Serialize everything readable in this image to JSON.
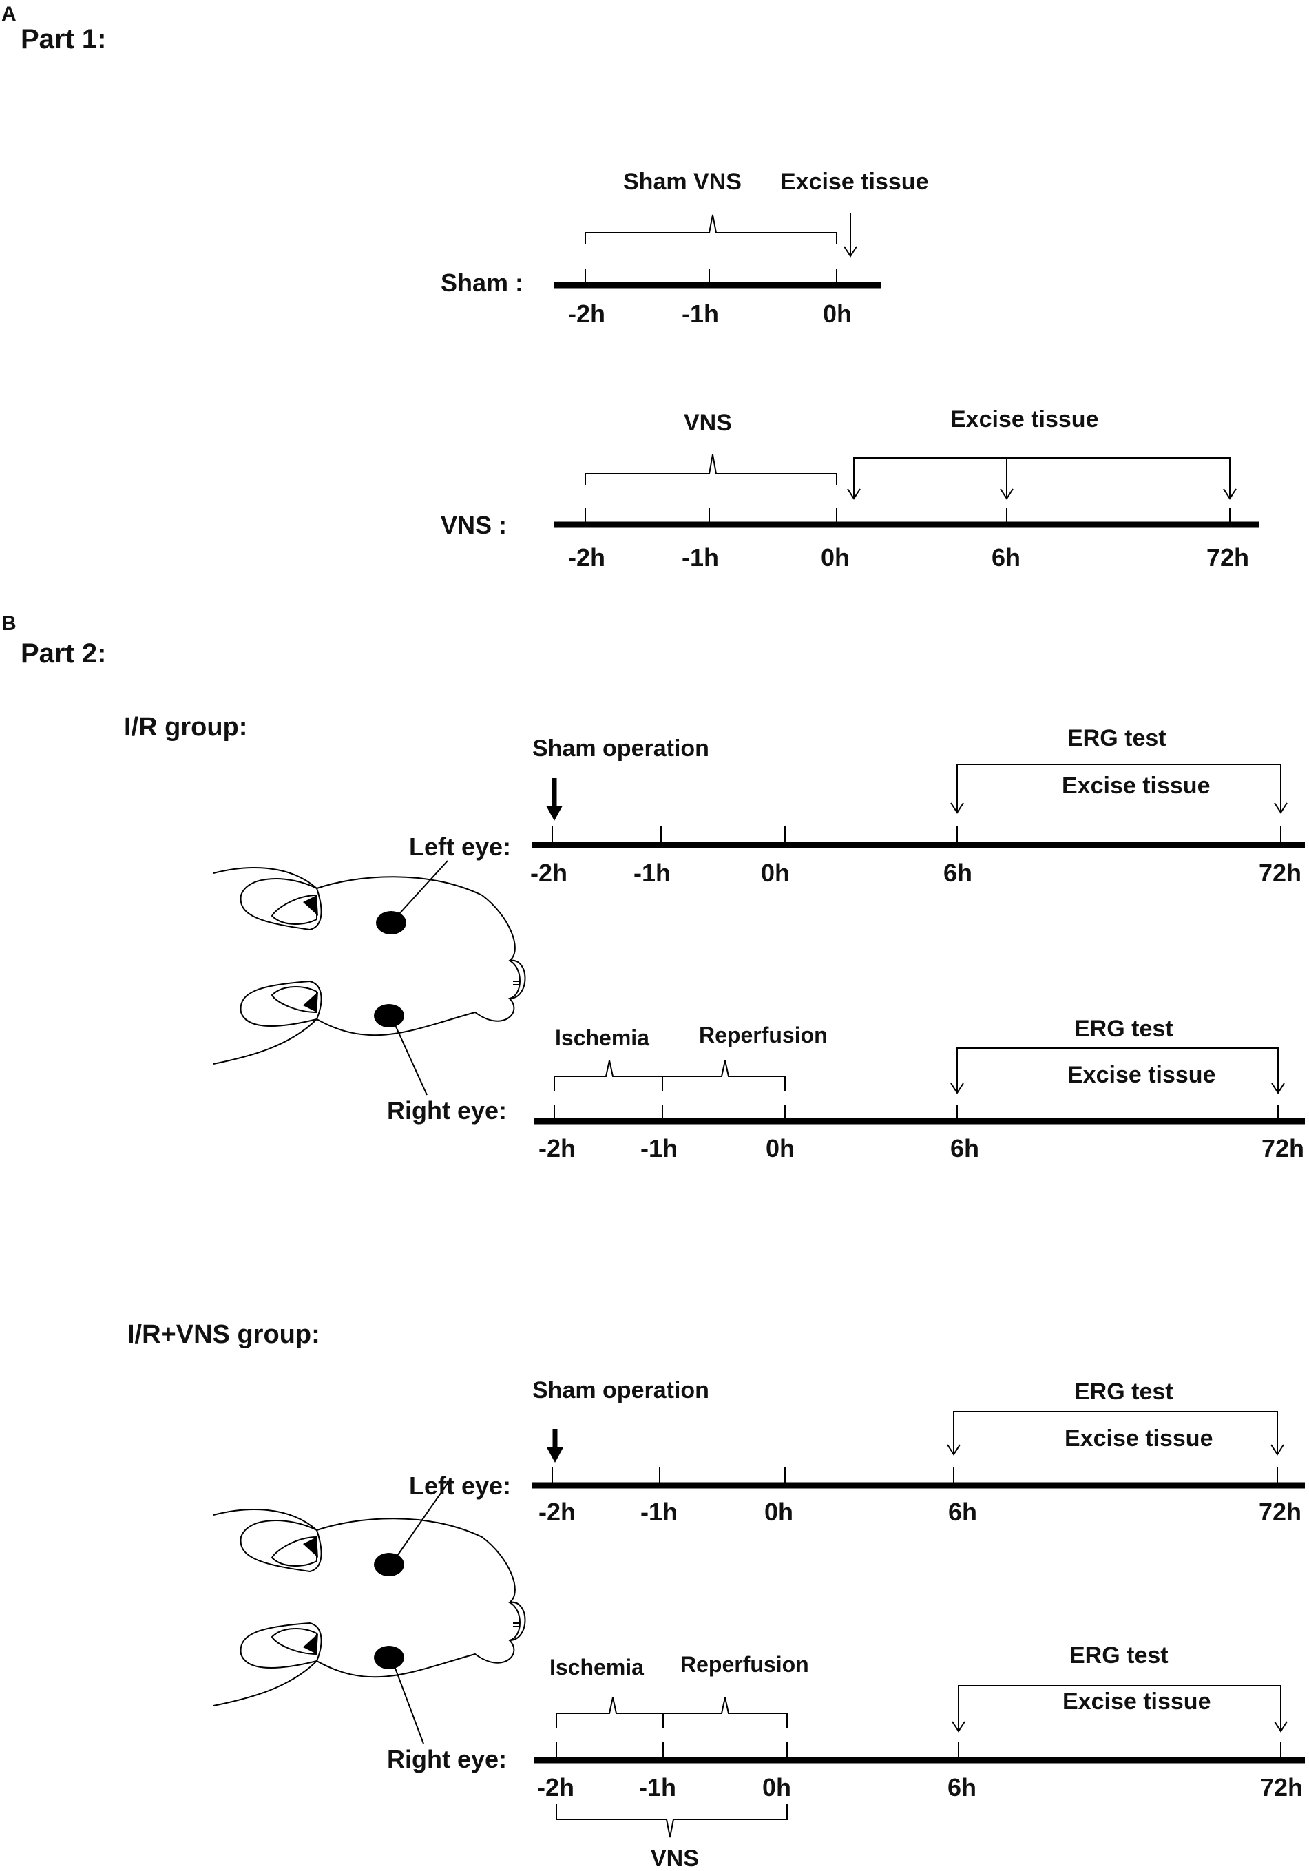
{
  "panel_a": {
    "letter": "A",
    "title": "Part 1:",
    "sham": {
      "label": "Sham :",
      "brace_label": "Sham VNS",
      "excise_label": "Excise tissue",
      "ticks": [
        "-2h",
        "-1h",
        "0h"
      ]
    },
    "vns": {
      "label": "VNS :",
      "brace_label": "VNS",
      "excise_label": "Excise tissue",
      "ticks": [
        "-2h",
        "-1h",
        "0h",
        "6h",
        "72h"
      ]
    }
  },
  "panel_b": {
    "letter": "B",
    "title": "Part 2:",
    "ir_group": {
      "title": "I/R group:",
      "left_eye": {
        "label": "Left eye:",
        "sham_op": "Sham operation",
        "erg": "ERG test",
        "excise": "Excise tissue",
        "ticks": [
          "-2h",
          "-1h",
          "0h",
          "6h",
          "72h"
        ]
      },
      "right_eye": {
        "label": "Right eye:",
        "ischemia": "Ischemia",
        "reperfusion": "Reperfusion",
        "erg": "ERG  test",
        "excise": "Excise tissue",
        "ticks": [
          "-2h",
          "-1h",
          "0h",
          "6h",
          "72h"
        ]
      }
    },
    "irvns_group": {
      "title": "I/R+VNS group:",
      "left_eye": {
        "label": "Left eye:",
        "sham_op": "Sham operation",
        "erg": "ERG  test",
        "excise": "Excise tissue",
        "ticks": [
          "-2h",
          "-1h",
          "0h",
          "6h",
          "72h"
        ]
      },
      "right_eye": {
        "label": "Right eye:",
        "ischemia": "Ischemia",
        "reperfusion": "Reperfusion",
        "erg": "ERG test",
        "excise": "Excise tissue",
        "vns": "VNS",
        "ticks": [
          "-2h",
          "-1h",
          "0h",
          "6h",
          "72h"
        ]
      }
    }
  }
}
